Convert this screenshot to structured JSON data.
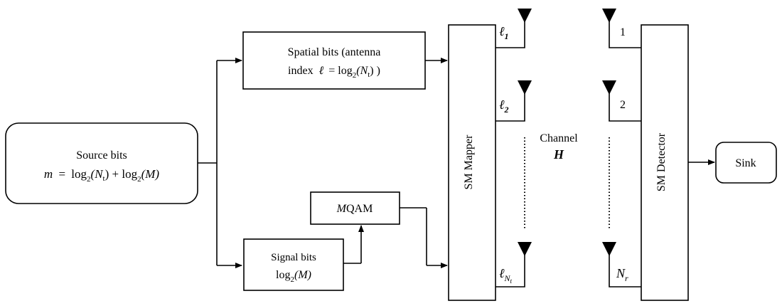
{
  "source": {
    "title": "Source bits",
    "formula_m": "m",
    "formula_eq": "=",
    "formula_log": "log",
    "formula_base": "2",
    "formula_nt": "(N",
    "formula_t": "t",
    "formula_plus": ") + log",
    "formula_m2": "(M)"
  },
  "spatial": {
    "line1": "Spatial bits (antenna",
    "line2_a": "index",
    "line2_ell": "ℓ",
    "line2_b": "=  log",
    "line2_base": "2",
    "line2_c": "(N",
    "line2_t": "t",
    "line2_d": ") )"
  },
  "mqam": {
    "m": "M",
    "rest": "QAM"
  },
  "signal": {
    "line1": "Signal bits",
    "line2_a": "log",
    "line2_base": "2",
    "line2_b": "(M)"
  },
  "mapper": {
    "label": "SM Mapper"
  },
  "detector": {
    "label": "SM Detector"
  },
  "sink": {
    "label": "Sink"
  },
  "channel": {
    "label": "Channel",
    "matrix": "H"
  },
  "tx_antennas": {
    "a1": "ℓ",
    "a1_sub": "1",
    "a2": "ℓ",
    "a2_sub": "2",
    "a3": "ℓ",
    "a3_sub": "N",
    "a3_subsub": "t"
  },
  "rx_antennas": {
    "r1": "1",
    "r2": "2",
    "r3": "N",
    "r3_sub": "r"
  }
}
